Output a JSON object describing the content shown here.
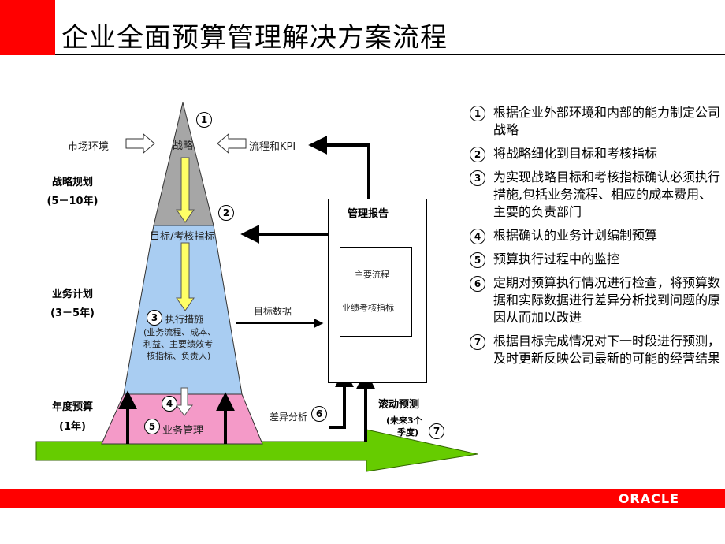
{
  "title": "企业全面预算管理解决方案流程",
  "pyramid": {
    "top_label": "战略",
    "mid_label": "目标/考核指标",
    "exec_label": "执行措施",
    "exec_detail": [
      "(业务流程、成本、",
      "利益、主要绩效考",
      "核指标、负责人)"
    ],
    "bottom_label": "业务管理"
  },
  "inputs": {
    "left": "市场环境",
    "right": "流程和KPI"
  },
  "levels": [
    {
      "name": "战略规划",
      "range": "(5－10年)"
    },
    {
      "name": "业务计划",
      "range": "(3－5年)"
    },
    {
      "name": "年度预算",
      "range": "(1年)"
    }
  ],
  "report": {
    "title": "管理报告",
    "item1": "主要流程",
    "item2": "业绩考核指标"
  },
  "arrows": {
    "target_data": "目标数据",
    "variance": "差异分析",
    "rolling": "滚动预测",
    "rolling_sub1": "(未来3个",
    "rolling_sub2": "季度)"
  },
  "nums": [
    "1",
    "2",
    "3",
    "4",
    "5",
    "6",
    "7"
  ],
  "steps": [
    {
      "num": "1",
      "text": "根据企业外部环境和内部的能力制定公司战略"
    },
    {
      "num": "2",
      "text": "将战略细化到目标和考核指标"
    },
    {
      "num": "3",
      "text": "为实现战略目标和考核指标确认必须执行措施,包括业务流程、相应的成本费用、主要的负责部门"
    },
    {
      "num": "4",
      "text": "根据确认的业务计划编制预算"
    },
    {
      "num": "5",
      "text": "预算执行过程中的监控"
    },
    {
      "num": "6",
      "text": "定期对预算执行情况进行检查，将预算数据和实际数据进行差异分析找到问题的原因从而加以改进"
    },
    {
      "num": "7",
      "text": "根据目标完成情况对下一时段进行预测，及时更新反映公司最新的可能的经营结果"
    }
  ],
  "footer": {
    "brand": "ORACLE"
  },
  "colors": {
    "accent_red": "#ff0000",
    "pyramid_top": "#a6a6a6",
    "pyramid_mid": "#a9cdf2",
    "pyramid_bottom": "#f49ac8",
    "green_arrow": "#66cc00",
    "yellow_arrow": "#ffff66"
  }
}
